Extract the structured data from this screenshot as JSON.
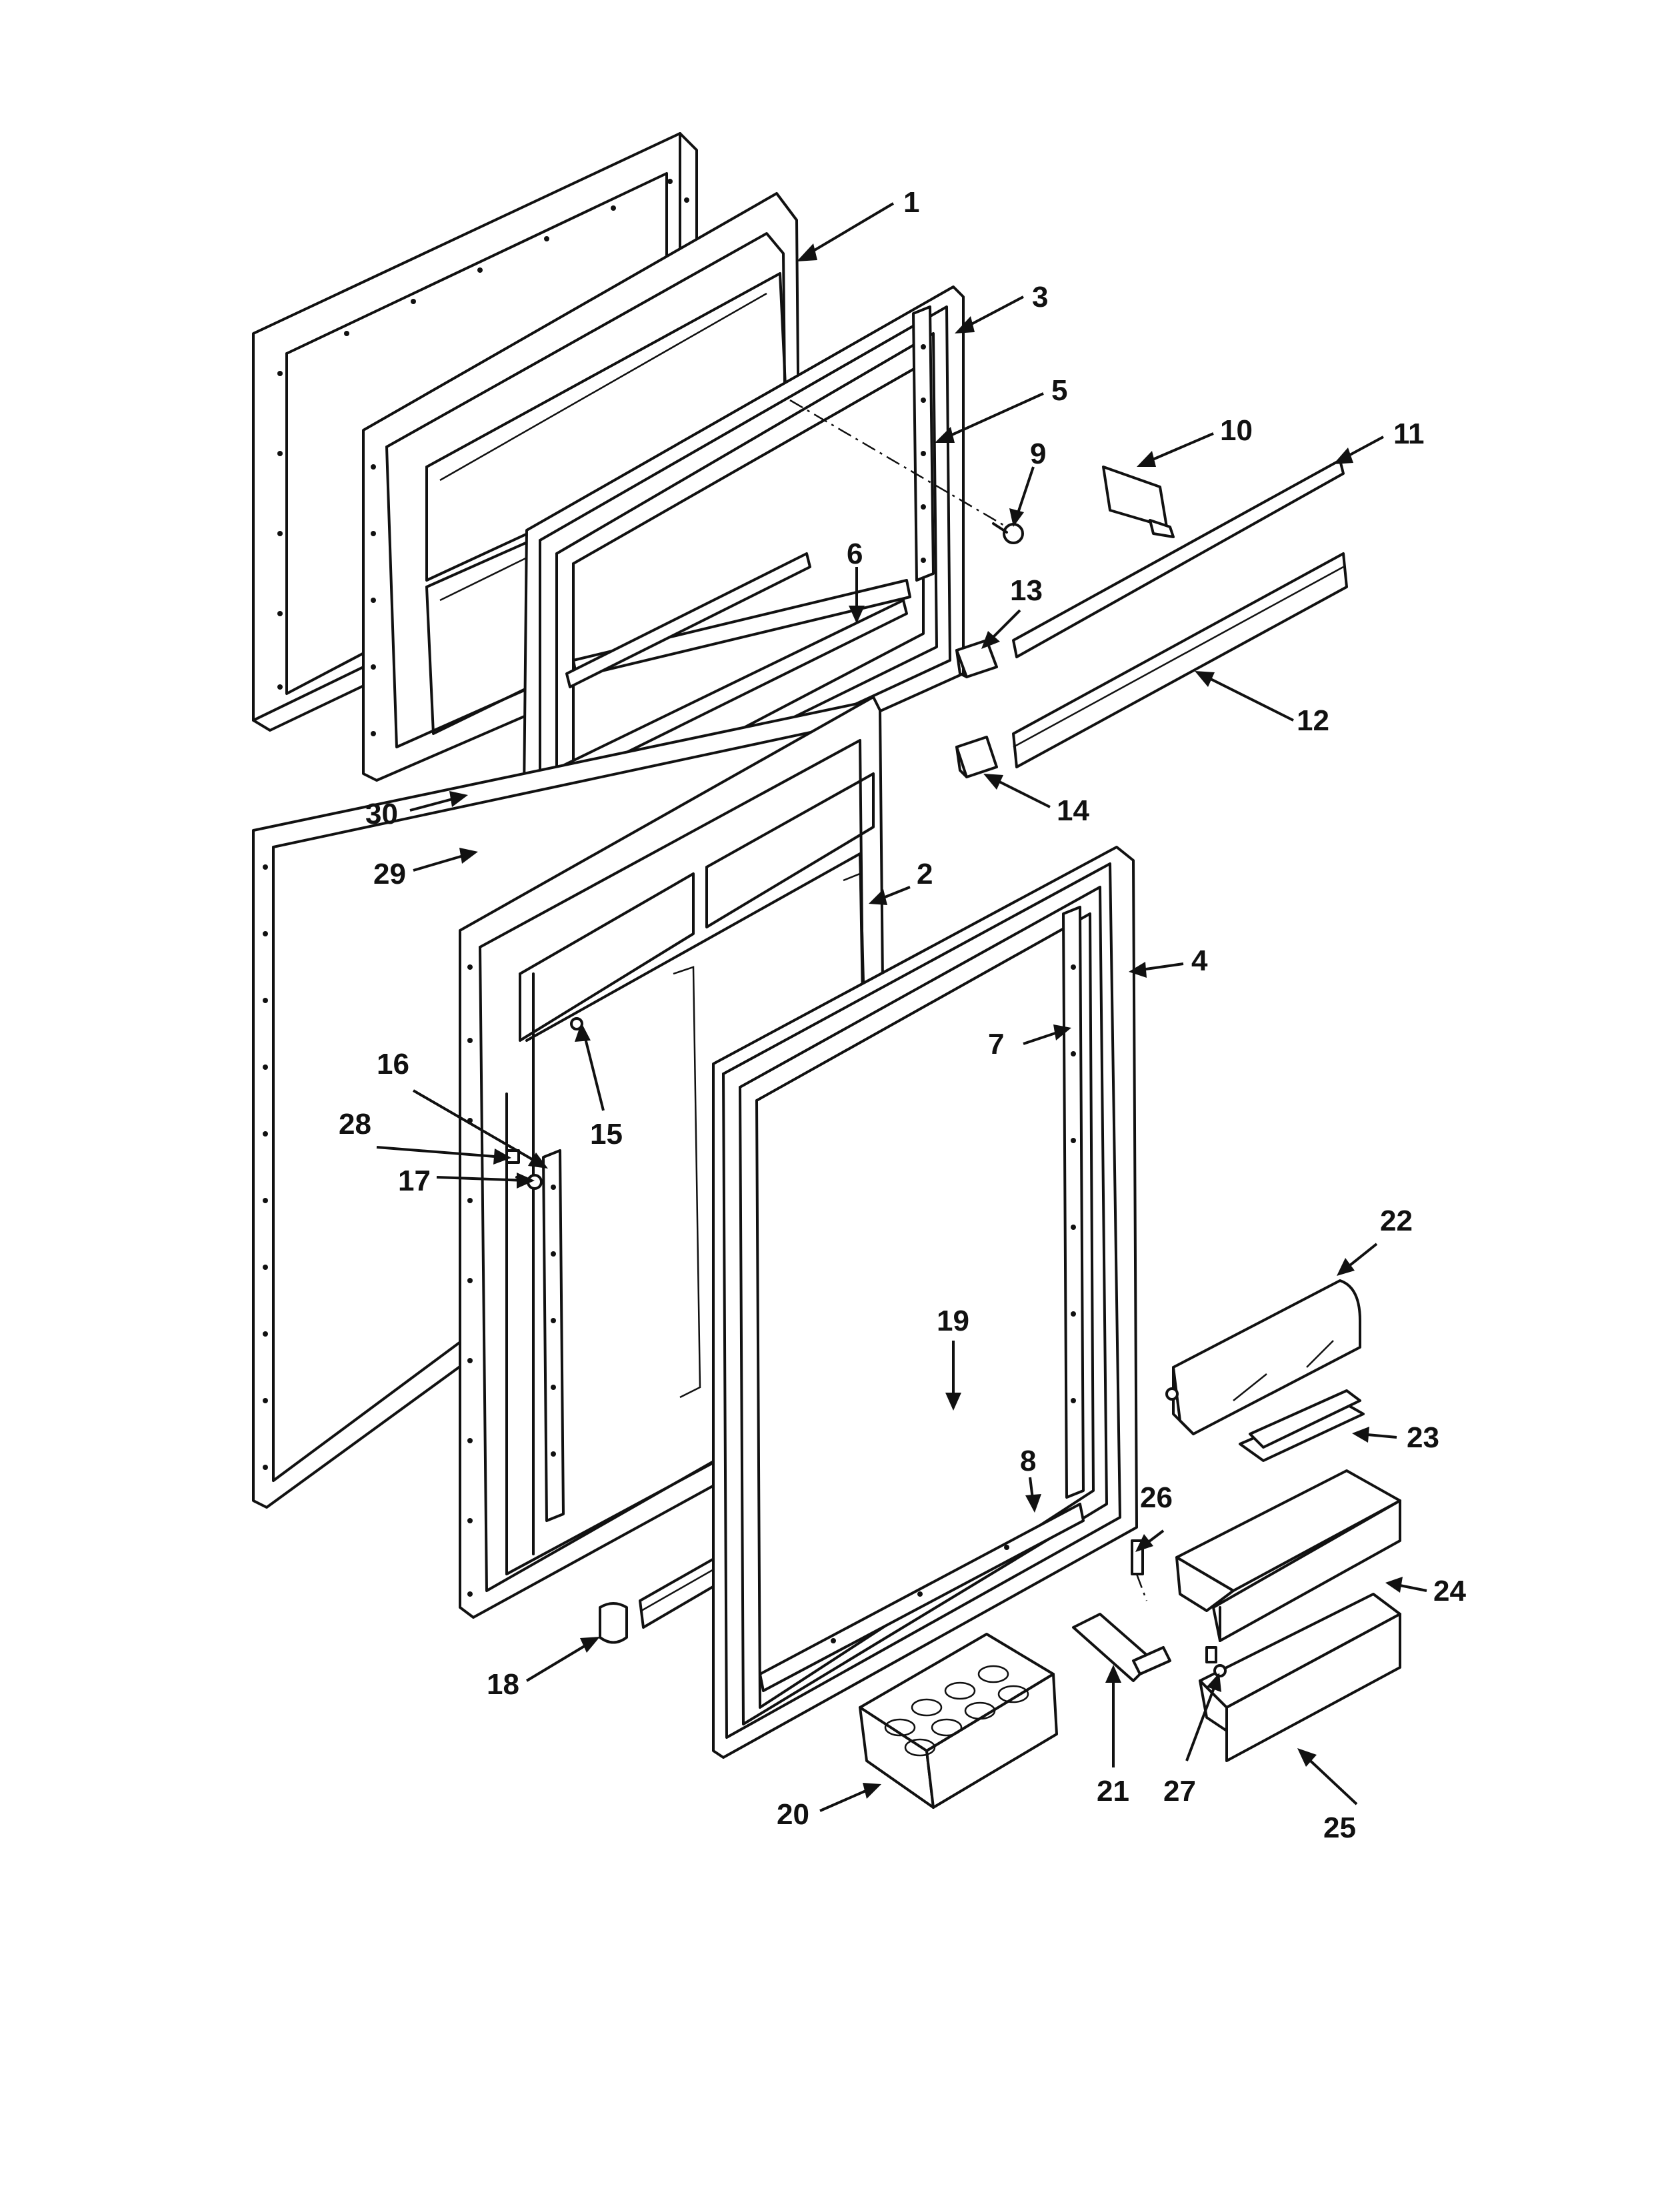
{
  "labels": [
    {
      "id": "1",
      "text": "1"
    },
    {
      "id": "2",
      "text": "2"
    },
    {
      "id": "3",
      "text": "3"
    },
    {
      "id": "4",
      "text": "4"
    },
    {
      "id": "5",
      "text": "5"
    },
    {
      "id": "6",
      "text": "6"
    },
    {
      "id": "7",
      "text": "7"
    },
    {
      "id": "8",
      "text": "8"
    },
    {
      "id": "9",
      "text": "9"
    },
    {
      "id": "10",
      "text": "10"
    },
    {
      "id": "11",
      "text": "11"
    },
    {
      "id": "12",
      "text": "12"
    },
    {
      "id": "13",
      "text": "13"
    },
    {
      "id": "14",
      "text": "14"
    },
    {
      "id": "15",
      "text": "15"
    },
    {
      "id": "16",
      "text": "16"
    },
    {
      "id": "17",
      "text": "17"
    },
    {
      "id": "18",
      "text": "18"
    },
    {
      "id": "19",
      "text": "19"
    },
    {
      "id": "20",
      "text": "20"
    },
    {
      "id": "21",
      "text": "21"
    },
    {
      "id": "22",
      "text": "22"
    },
    {
      "id": "23",
      "text": "23"
    },
    {
      "id": "24",
      "text": "24"
    },
    {
      "id": "25",
      "text": "25"
    },
    {
      "id": "26",
      "text": "26"
    },
    {
      "id": "27",
      "text": "27"
    },
    {
      "id": "28",
      "text": "28"
    },
    {
      "id": "29",
      "text": "29"
    },
    {
      "id": "30",
      "text": "30"
    }
  ]
}
